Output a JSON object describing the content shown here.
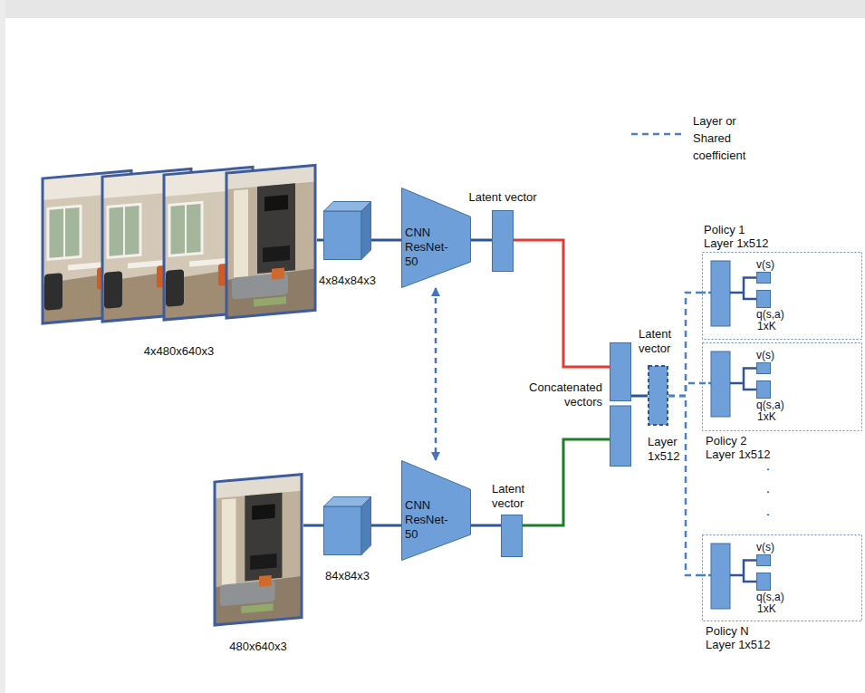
{
  "diagram": {
    "nodes": [
      {
        "text": [
          "4x480x640x3"
        ]
      },
      {
        "text": [
          "4x84x84x3"
        ]
      },
      {
        "text": [
          "CNN ResNet-50"
        ]
      },
      {
        "text": [
          "Latent vector"
        ]
      },
      {
        "text": [
          "480x640x3"
        ]
      },
      {
        "text": [
          "84x84x3"
        ]
      },
      {
        "text": [
          "CNN ResNet-50"
        ]
      },
      {
        "text": [
          "Latent vector"
        ]
      },
      {
        "text": [
          "Concatenated vectors"
        ]
      },
      {
        "text": [
          "Latent vector",
          "Layer 1x512"
        ]
      },
      {
        "text": [
          "Policy 1 Layer 1x512"
        ]
      },
      {
        "text": [
          "v(s)"
        ],
        "in": 10
      },
      {
        "text": [
          "q(s,a)",
          "1xK"
        ],
        "in": 10
      },
      {
        "text": [
          "Policy 2 Layer 1x512"
        ]
      },
      {
        "text": [
          "v(s)"
        ],
        "in": 13
      },
      {
        "text": [
          "q(s,a)",
          "1xK"
        ],
        "in": 13
      },
      {
        "text": [
          "Policy N Layer 1x512"
        ]
      },
      {
        "text": [
          "v(s)"
        ],
        "in": 16
      },
      {
        "text": [
          "q(s,a)",
          "1xK"
        ],
        "in": 16
      }
    ],
    "edges": [
      {
        "from": 0,
        "to": 1,
        "arrow": "none"
      },
      {
        "from": 1,
        "to": 2,
        "arrow": "none"
      },
      {
        "from": 2,
        "to": 3,
        "arrow": "none"
      },
      {
        "from": 3,
        "to": 8,
        "arrow": "none"
      },
      {
        "from": 4,
        "to": 5,
        "arrow": "none"
      },
      {
        "from": 5,
        "to": 6,
        "arrow": "none"
      },
      {
        "from": 6,
        "to": 7,
        "arrow": "none"
      },
      {
        "from": 7,
        "to": 8,
        "arrow": "none"
      },
      {
        "from": 2,
        "to": 6,
        "arrow": "both"
      },
      {
        "from": 8,
        "to": 9,
        "arrow": "none"
      },
      {
        "from": 9,
        "to": 10,
        "arrow": "none"
      },
      {
        "from": 9,
        "to": 13,
        "arrow": "none"
      },
      {
        "from": 9,
        "to": 16,
        "arrow": "none"
      }
    ],
    "labels": [
      ".",
      ".",
      "."
    ],
    "legend": [
      {
        "text": "Layer or Shared coefficient"
      }
    ]
  }
}
